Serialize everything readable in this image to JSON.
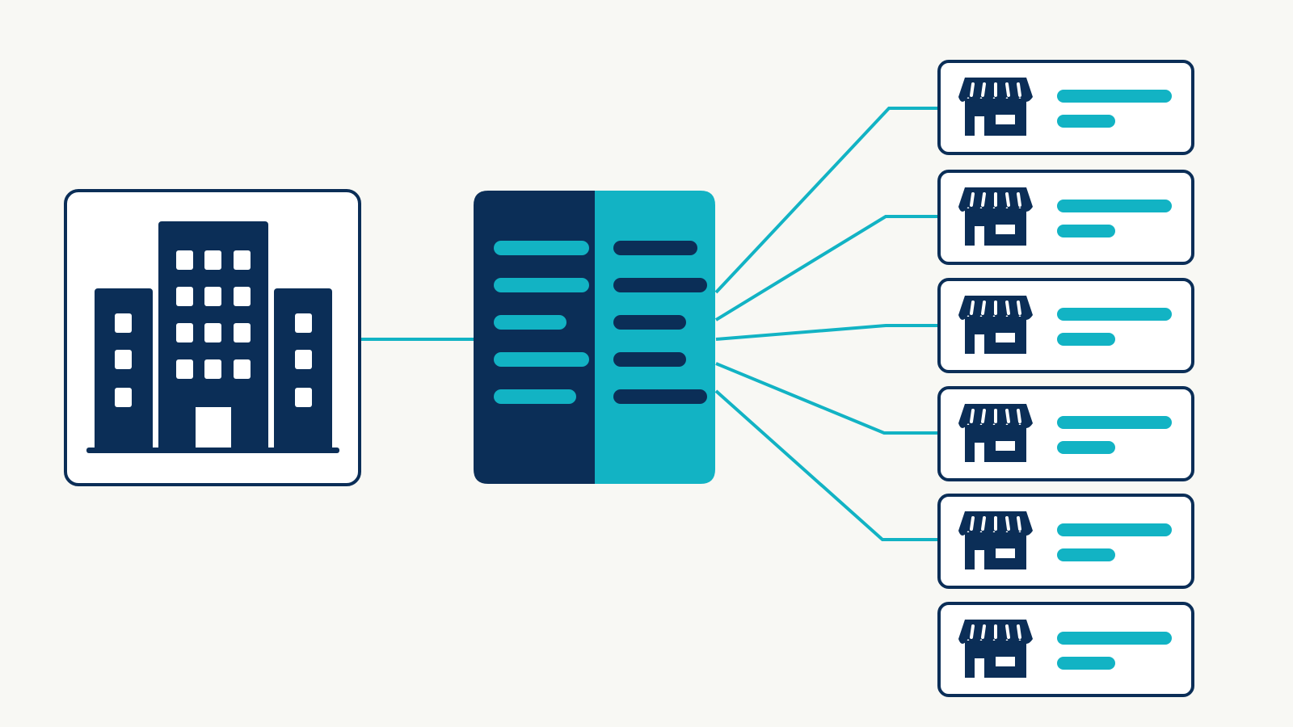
{
  "colors": {
    "background": "#F8F8F4",
    "navy": "#0B2E57",
    "teal": "#12B3C4",
    "card_fill": "#FFFFFF"
  },
  "nodes": {
    "headquarters": {
      "icon": "office-building-icon"
    },
    "hub": {
      "icon": "split-data-panel-icon",
      "left_rows": 5,
      "right_rows": 5
    },
    "stores": [
      {
        "icon": "storefront-icon"
      },
      {
        "icon": "storefront-icon"
      },
      {
        "icon": "storefront-icon"
      },
      {
        "icon": "storefront-icon"
      },
      {
        "icon": "storefront-icon"
      },
      {
        "icon": "storefront-icon"
      }
    ]
  },
  "connections": [
    {
      "from": "headquarters",
      "to": "hub"
    },
    {
      "from": "hub",
      "to": "store-1"
    },
    {
      "from": "hub",
      "to": "store-2"
    },
    {
      "from": "hub",
      "to": "store-3"
    },
    {
      "from": "hub",
      "to": "store-4"
    },
    {
      "from": "hub",
      "to": "store-5"
    }
  ]
}
